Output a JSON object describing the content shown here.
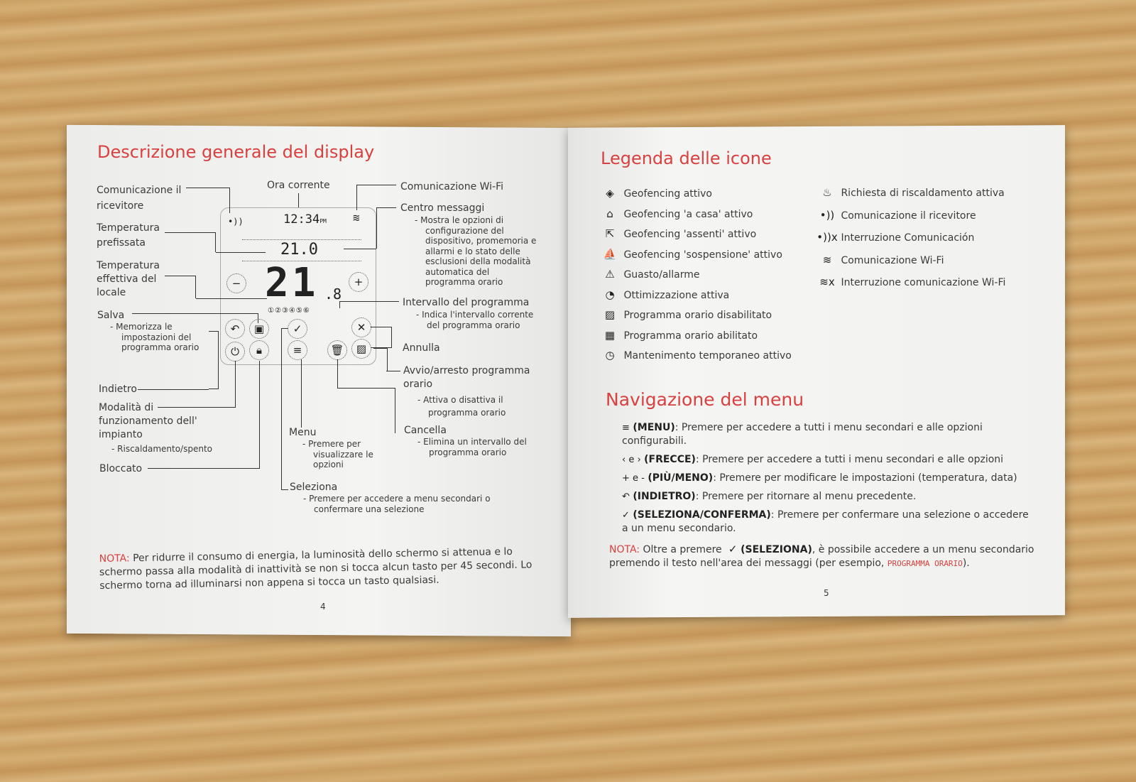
{
  "left_page": {
    "title": "Descrizione generale del display",
    "display": {
      "time": "12:34",
      "ampm": "PM",
      "setpoint": "21.0",
      "temp_main": "21",
      "temp_decimal": ".8",
      "periods": [
        "①",
        "②",
        "③",
        "④",
        "⑤",
        "⑥"
      ]
    },
    "callouts": {
      "ricevitore": [
        "Comunicazione il",
        "ricevitore"
      ],
      "ora": "Ora corrente",
      "wifi": "Comunicazione Wi-Fi",
      "centro": "Centro messaggi",
      "centro_desc": [
        "- Mostra le opzioni di",
        "configurazione del",
        "dispositivo, promemoria e",
        "allarmi e lo stato delle",
        "esclusioni della modalità",
        "automatica del",
        "programma orario"
      ],
      "prefissata": [
        "Temperatura",
        "prefissata"
      ],
      "effettiva": [
        "Temperatura",
        "effettiva del",
        "locale"
      ],
      "intervallo": "Intervallo del programma",
      "intervallo_desc": [
        "- Indica l'intervallo corrente",
        "del programma orario"
      ],
      "salva": "Salva",
      "salva_desc": [
        "- Memorizza le",
        "impostazioni del",
        "programma orario"
      ],
      "annulla": "Annulla",
      "avvio": [
        "Avvio/arresto programma",
        "orario"
      ],
      "avvio_desc": [
        "- Attiva o disattiva il",
        "programma orario"
      ],
      "indietro": "Indietro",
      "modalita": [
        "Modalità di",
        "funzionamento dell'",
        "impianto"
      ],
      "modalita_desc": "- Riscaldamento/spento",
      "menu": "Menu",
      "menu_desc": [
        "- Premere per",
        "visualizzare le",
        "opzioni"
      ],
      "cancella": "Cancella",
      "cancella_desc": [
        "- Elimina un intervallo del",
        "programma orario"
      ],
      "bloccato": "Bloccato",
      "seleziona": "Seleziona",
      "seleziona_desc": [
        "- Premere per accedere a menu secondari o",
        "confermare una selezione"
      ]
    },
    "note_label": "NOTA:",
    "note": [
      "Per ridurre il consumo di energia, la luminosità dello schermo si attenua e lo",
      "schermo passa alla modalità di inattività se non si tocca alcun tasto per 45 secondi. Lo",
      "schermo torna ad illuminarsi non appena si tocca un tasto qualsiasi."
    ],
    "page_number": "4"
  },
  "right_page": {
    "legend_title": "Legenda delle icone",
    "legend_left": [
      {
        "icon": "geofence-icon",
        "glyph": "◈",
        "label": "Geofencing attivo"
      },
      {
        "icon": "home-icon",
        "glyph": "⌂",
        "label": "Geofencing 'a casa' attivo"
      },
      {
        "icon": "away-icon",
        "glyph": "⇱",
        "label": "Geofencing 'assenti' attivo"
      },
      {
        "icon": "suspend-icon",
        "glyph": "⛵",
        "label": "Geofencing 'sospensione' attivo"
      },
      {
        "icon": "warning-icon",
        "glyph": "⚠",
        "label": "Guasto/allarme"
      },
      {
        "icon": "optimization-icon",
        "glyph": "◔",
        "label": "Ottimizzazione attiva"
      },
      {
        "icon": "schedule-off-icon",
        "glyph": "▨",
        "label": "Programma orario disabilitato"
      },
      {
        "icon": "schedule-on-icon",
        "glyph": "▦",
        "label": "Programma orario abilitato"
      },
      {
        "icon": "clock-icon",
        "glyph": "◷",
        "label": "Mantenimento temporaneo attivo"
      }
    ],
    "legend_right": [
      {
        "icon": "flame-icon",
        "glyph": "♨",
        "label": "Richiesta di riscaldamento attiva"
      },
      {
        "icon": "receiver-icon",
        "glyph": "•))",
        "label": "Comunicazione il ricevitore"
      },
      {
        "icon": "receiver-off-icon",
        "glyph": "•))x",
        "label": "Interruzione Comunicación"
      },
      {
        "icon": "wifi-icon",
        "glyph": "≋",
        "label": "Comunicazione Wi-Fi"
      },
      {
        "icon": "wifi-off-icon",
        "glyph": "≋x",
        "label": "Interruzione comunicazione Wi-Fi"
      }
    ],
    "nav_title": "Navigazione del menu",
    "nav": [
      {
        "glyph": "≡",
        "bold": "(MENU)",
        "text": ": Premere per accedere a tutti i menu secondari e alle opzioni",
        "text2": "configurabili."
      },
      {
        "glyph": "‹ e ›",
        "bold": "(FRECCE)",
        "text": ": Premere  per accedere a tutti i menu secondari e alle opzioni"
      },
      {
        "glyph": "+ e -",
        "bold": "(PIÙ/MENO)",
        "text": ": Premere  per modificare le impostazioni (temperatura, data)"
      },
      {
        "glyph": "↶",
        "bold": "(INDIETRO)",
        "text": ": Premere per ritornare al menu precedente."
      },
      {
        "glyph": "✓",
        "bold": "(SELEZIONA/CONFERMA)",
        "text": ": Premere  per confermare una selezione o accedere",
        "text2": "a un menu secondario."
      }
    ],
    "note_label": "NOTA:",
    "note_a": "Oltre a premere",
    "note_bold": "(SELEZIONA)",
    "note_b": ", è possibile accedere a un menu secondario",
    "note_c": "premendo il testo nell'area dei messaggi (per esempio, ",
    "note_example": "PROGRAMMA ORARIO",
    "note_d": ").",
    "page_number": "5"
  }
}
